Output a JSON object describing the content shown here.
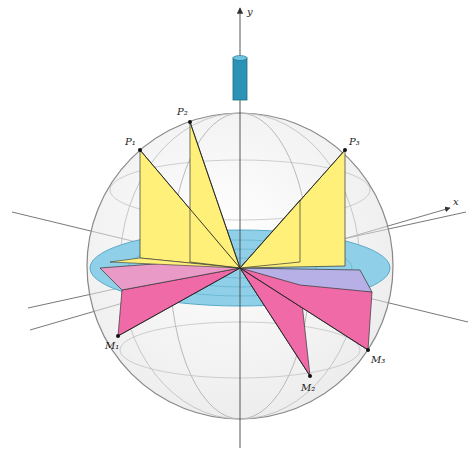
{
  "diagram": {
    "labels": [
      "y",
      "x",
      "P₁",
      "P₂",
      "P₃",
      "M₁",
      "M₂",
      "M₃"
    ]
  }
}
